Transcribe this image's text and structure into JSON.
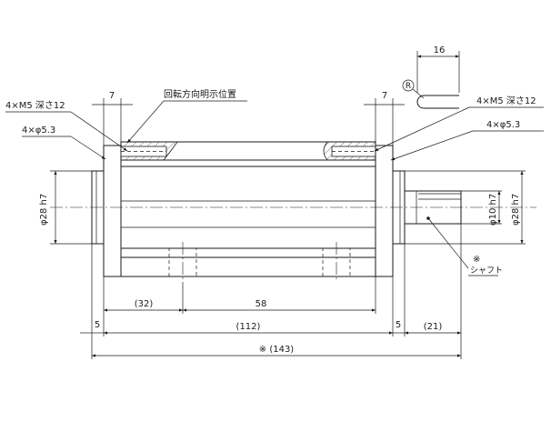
{
  "labels": {
    "left_bolts": "4×M5 深さ12",
    "left_holes": "4×φ5.3",
    "right_bolts": "4×M5 深さ12",
    "right_holes": "4×φ5.3",
    "rotation_mark": "回転方向明示位置",
    "shaft_mark": "※",
    "shaft": "シャフト",
    "r_mark": "R"
  },
  "dimensions": {
    "left_gap": "7",
    "right_gap": "7",
    "top_right": "16",
    "left_dia": "φ28 h7",
    "shaft_dia": "φ10 h7",
    "right_dia": "φ28 h7",
    "dim_32": "(32)",
    "dim_58": "58",
    "dim_5_left": "5",
    "dim_112": "(112)",
    "dim_5_right": "5",
    "dim_21": "(21)",
    "overall": "※ (143)"
  }
}
